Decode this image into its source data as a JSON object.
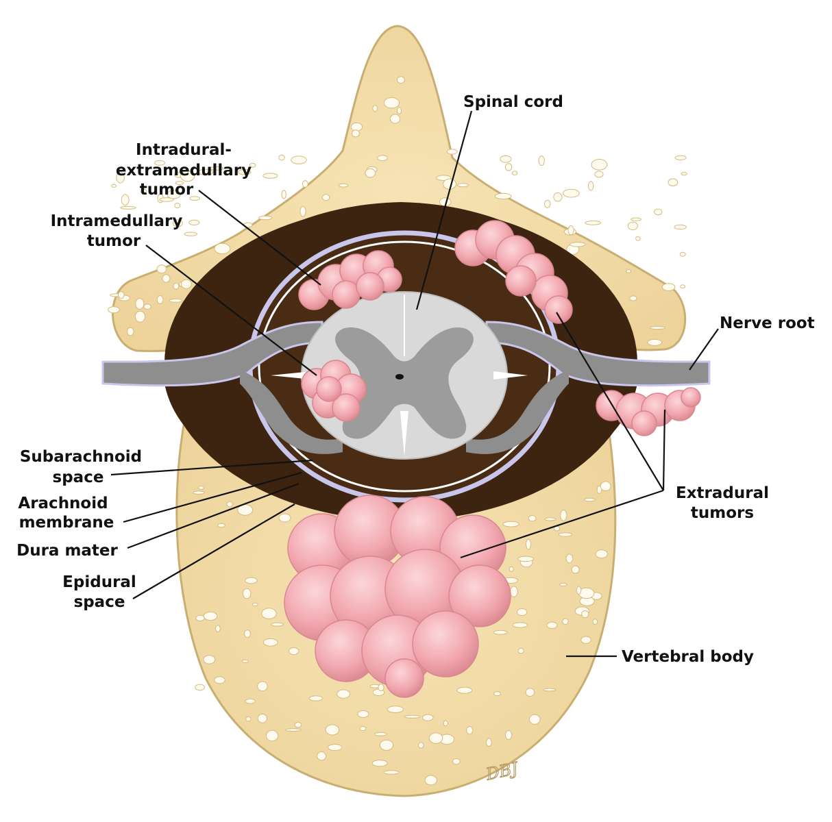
{
  "diagram": {
    "labels": {
      "spinal_cord": "Spinal cord",
      "intradural_1": "Intradural-",
      "intradural_2": "extramedullary",
      "intradural_3": "tumor",
      "intramedullary_1": "Intramedullary",
      "intramedullary_2": "tumor",
      "nerve_root": "Nerve root",
      "subarachnoid_1": "Subarachnoid",
      "subarachnoid_2": "space",
      "arachnoid_1": "Arachnoid",
      "arachnoid_2": "membrane",
      "dura_mater": "Dura mater",
      "epidural_1": "Epidural",
      "epidural_2": "space",
      "extradural_1": "Extradural",
      "extradural_2": "tumors",
      "vertebral_body": "Vertebral body",
      "signature": "DBJ"
    },
    "colors": {
      "bone": "#F3DFAA",
      "bone_outline": "#C9AE72",
      "bone_pore": "#FFFAEE",
      "epidural": "#3D2410",
      "dura": "#C9C6EC",
      "white_matter": "#D9D9D9",
      "gray_matter": "#9C9C9C",
      "nerve": "#8E8E8E",
      "tumor": "#F0A3AC",
      "tumor_highlight": "#F8C6CC"
    }
  }
}
